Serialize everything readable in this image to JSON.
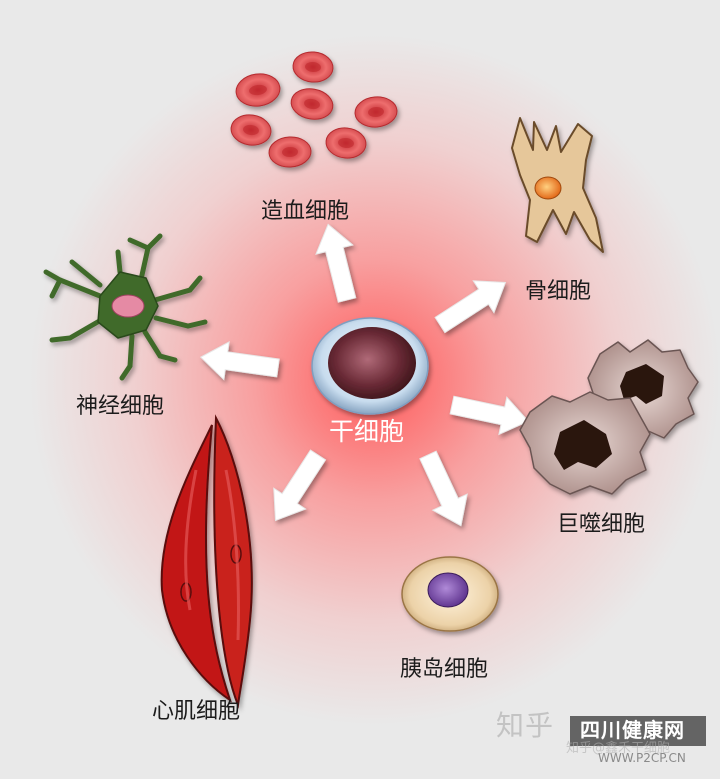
{
  "center_label": "干细胞",
  "outputs": [
    {
      "id": "hematopoietic",
      "label": "造血细胞",
      "icon": "red-blood-cells-icon"
    },
    {
      "id": "bone",
      "label": "骨细胞",
      "icon": "osteocyte-icon"
    },
    {
      "id": "macrophage",
      "label": "巨噬细胞",
      "icon": "macrophage-icon"
    },
    {
      "id": "islet",
      "label": "胰岛细胞",
      "icon": "islet-cell-icon"
    },
    {
      "id": "cardiac",
      "label": "心肌细胞",
      "icon": "cardiomyocyte-icon"
    },
    {
      "id": "nerve",
      "label": "神经细胞",
      "icon": "neuron-icon"
    }
  ],
  "watermark": {
    "left": "知乎",
    "title": "四川健康网",
    "faint": "知乎@鑫禾干细胞",
    "url": "WWW.P2CP.CN"
  },
  "colors": {
    "glow": "#ff5a5a",
    "background": "#e9e9e9",
    "arrow": "#ffffff",
    "rbc": "#e0454a",
    "bone_cell": "#e6c79a",
    "neuron": "#3f6b2a",
    "cardiac": "#c21818",
    "macrophage": "#b79a95",
    "islet": "#ecd2a8"
  }
}
